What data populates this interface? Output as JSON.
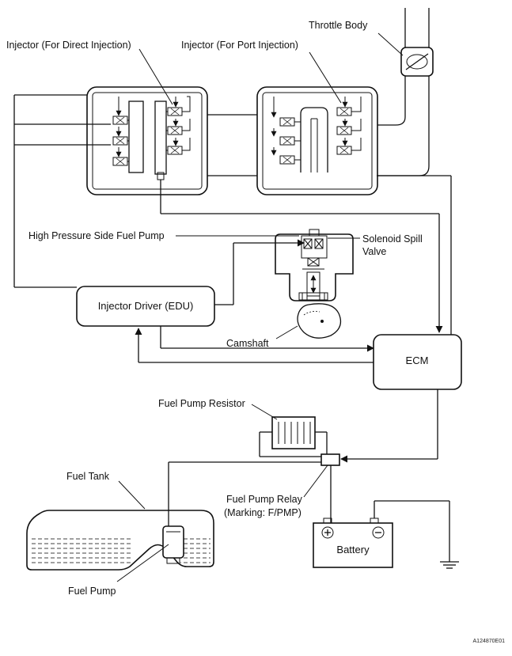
{
  "labels": {
    "throttle_body": "Throttle Body",
    "injector_direct": "Injector (For Direct Injection)",
    "injector_port": "Injector (For Port Injection)",
    "hp_fuel_pump": "High Pressure Side Fuel Pump",
    "solenoid_spill_valve_line1": "Solenoid Spill",
    "solenoid_spill_valve_line2": "Valve",
    "injector_driver": "Injector Driver (EDU)",
    "camshaft": "Camshaft",
    "ecm": "ECM",
    "fuel_pump_resistor": "Fuel Pump Resistor",
    "fuel_tank": "Fuel Tank",
    "fuel_pump_relay_line1": "Fuel Pump Relay",
    "fuel_pump_relay_line2": "(Marking: F/PMP)",
    "battery": "Battery",
    "fuel_pump": "Fuel Pump",
    "figure_code": "A124870E01"
  },
  "colors": {
    "line": "#111111",
    "background": "#ffffff"
  }
}
